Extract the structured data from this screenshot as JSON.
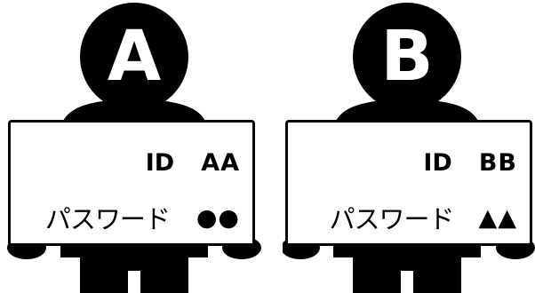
{
  "figures": [
    {
      "letter": "A",
      "id_label": "ID",
      "id_value": "AA",
      "password_label": "パスワード",
      "password_value": "●●"
    },
    {
      "letter": "B",
      "id_label": "ID",
      "id_value": "BB",
      "password_label": "パスワード",
      "password_value": "▲▲"
    }
  ],
  "colors": {
    "figure": "#000000",
    "background": "#ffffff"
  }
}
